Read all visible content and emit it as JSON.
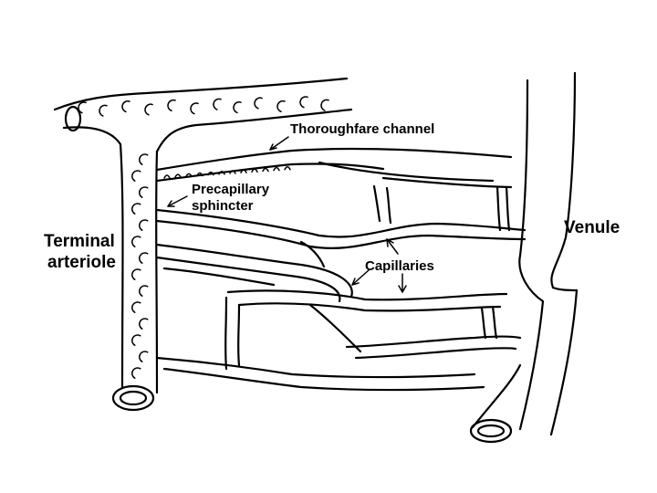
{
  "labels": {
    "thoroughfare": "Thoroughfare channel",
    "precap_line1": "Precapillary",
    "precap_line2": "sphincter",
    "terminal_line1": "Terminal",
    "terminal_line2": "arteriole",
    "venule": "Venule",
    "capillaries": "Capillaries"
  }
}
